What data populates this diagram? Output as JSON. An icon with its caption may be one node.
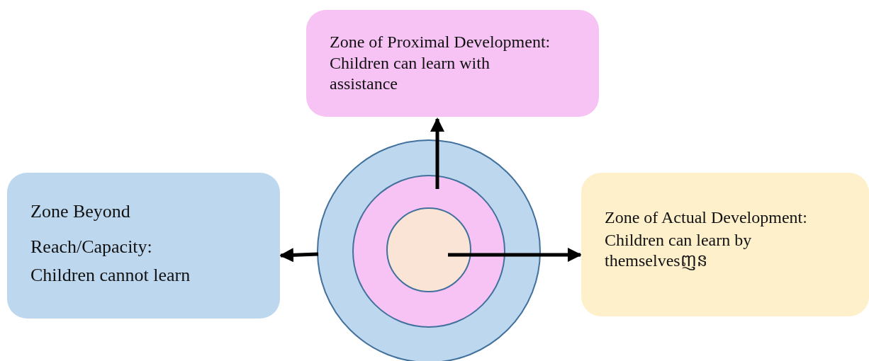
{
  "diagram": {
    "nodes": [
      {
        "text": [
          "Zone of Proximal Development:",
          "Children can learn with assistance"
        ]
      },
      {
        "text": [
          "Zone Beyond Reach/Capacity:",
          "Children cannot learn"
        ]
      },
      {
        "text": [
          "Zone of Actual Development:",
          "Children can learn by themselvesញន"
        ]
      },
      {
        "text": [],
        "shape": "circle"
      },
      {
        "text": [],
        "shape": "circle",
        "in": 3
      },
      {
        "text": [],
        "shape": "circle",
        "in": 4
      }
    ],
    "edges": [
      {
        "from": 4,
        "to": 0,
        "arrow": "to"
      },
      {
        "from": 3,
        "to": 1,
        "arrow": "to"
      },
      {
        "from": 5,
        "to": 2,
        "arrow": "to"
      }
    ]
  }
}
